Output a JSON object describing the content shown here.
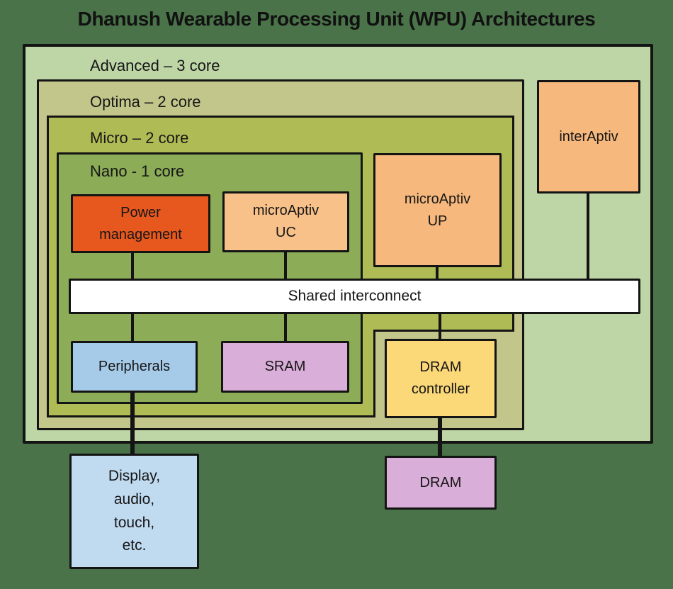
{
  "title": "Dhanush Wearable Processing Unit (WPU) Architectures",
  "canvas": {
    "background": "#4a7349",
    "line_color": "#141414",
    "border_color": "#141414"
  },
  "tiers": {
    "advanced": {
      "label": "Advanced – 3 core",
      "color": "#bed6a6"
    },
    "optima": {
      "label": "Optima – 2 core",
      "color": "#c3c68a"
    },
    "micro": {
      "label": "Micro – 2 core",
      "color": "#afbc55"
    },
    "nano": {
      "label": "Nano - 1 core",
      "color": "#8cac57"
    }
  },
  "blocks": {
    "power": {
      "label": "Power\nmanagement",
      "color": "#e7581f"
    },
    "microaptiv_uc": {
      "label": "microAptiv\nUC",
      "color": "#f8c189"
    },
    "microaptiv_up": {
      "label": "microAptiv\nUP",
      "color": "#f6b87c"
    },
    "interaptiv": {
      "label": "interAptiv",
      "color": "#f6b87c"
    },
    "interconnect": {
      "label": "Shared interconnect",
      "color": "#ffffff"
    },
    "peripherals": {
      "label": "Peripherals",
      "color": "#a6cbe9"
    },
    "sram": {
      "label": "SRAM",
      "color": "#d9aed8"
    },
    "dram_controller": {
      "label": "DRAM\ncontroller",
      "color": "#fbd878"
    },
    "display": {
      "label": "Display,\naudio,\ntouch,\netc.",
      "color": "#c0daf0"
    },
    "dram": {
      "label": "DRAM",
      "color": "#d9aed8"
    }
  }
}
